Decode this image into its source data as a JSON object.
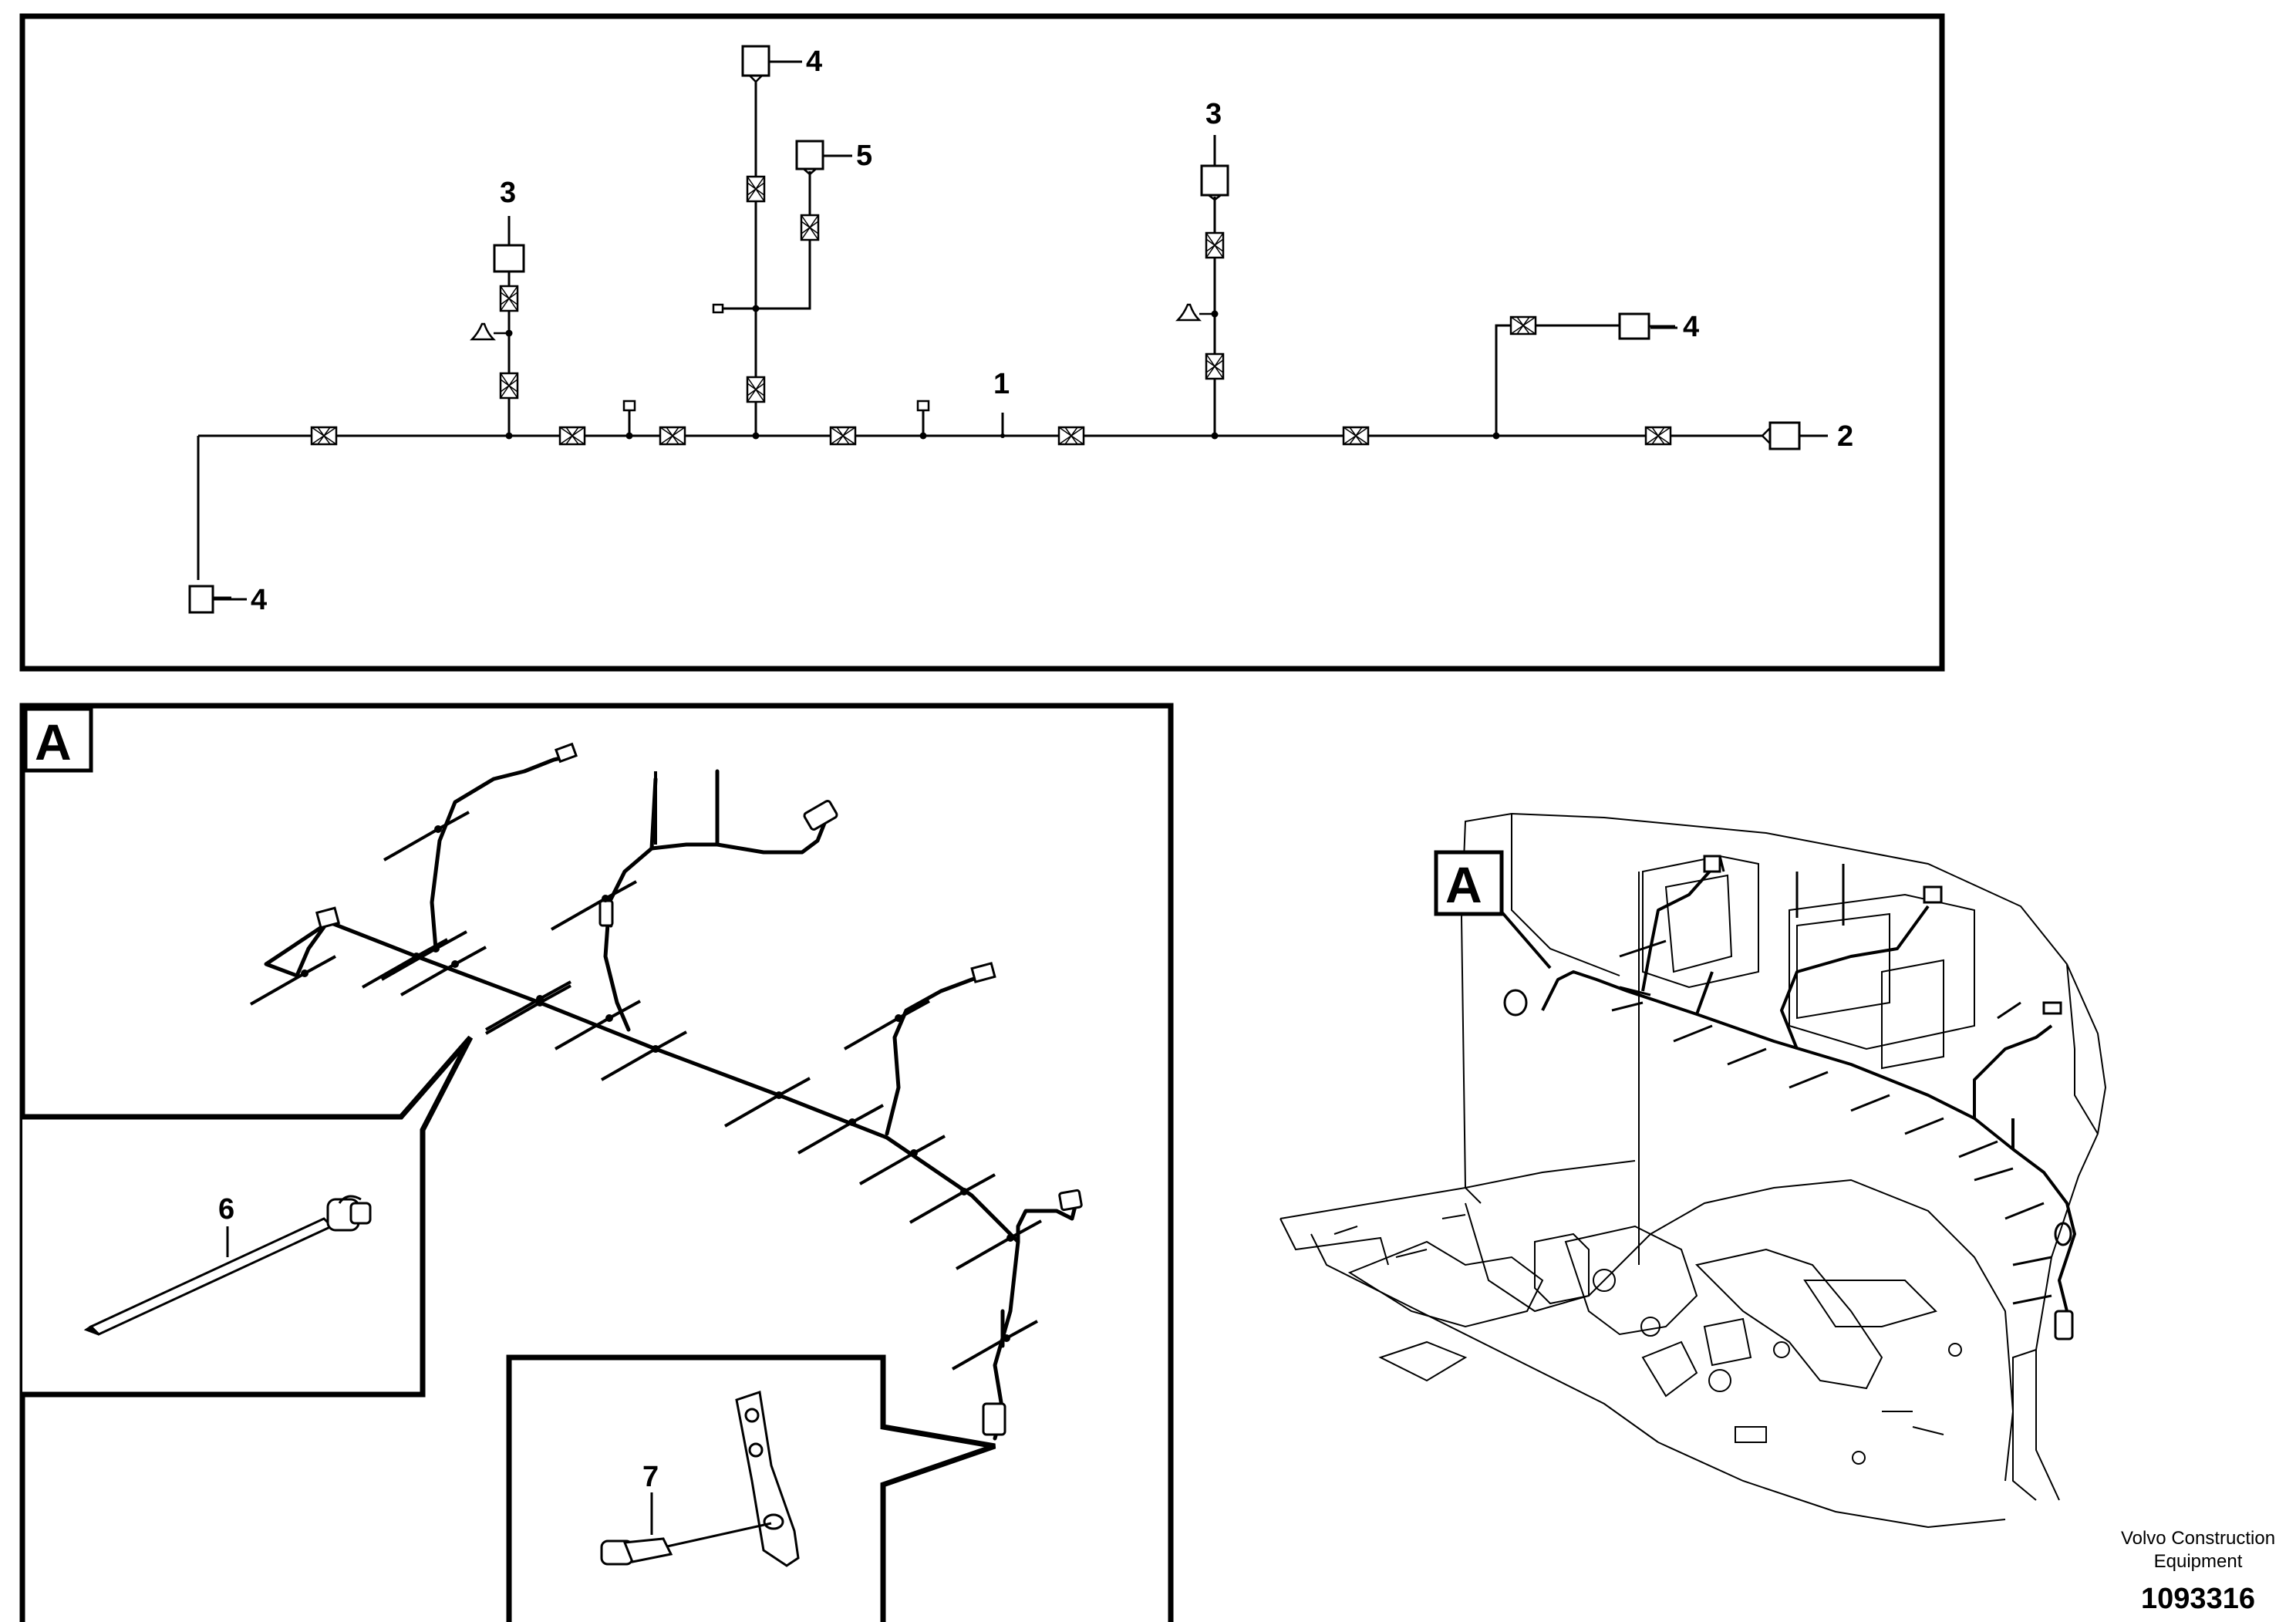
{
  "callouts": {
    "harness": "1",
    "connector_end": "2",
    "sensor_top_left": "3",
    "sensor_top_right": "3",
    "connector_top": "4",
    "connector_right": "4",
    "connector_bottom_left": "4",
    "connector_small": "5",
    "cable_tie": "6",
    "bracket_clip": "7"
  },
  "view_labels": {
    "detail_view": "A",
    "overview_view": "A"
  },
  "footer": {
    "company": "Volvo Construction Equipment",
    "company_line1": "Volvo Construction",
    "company_line2": "Equipment",
    "drawing_number": "1093316"
  }
}
